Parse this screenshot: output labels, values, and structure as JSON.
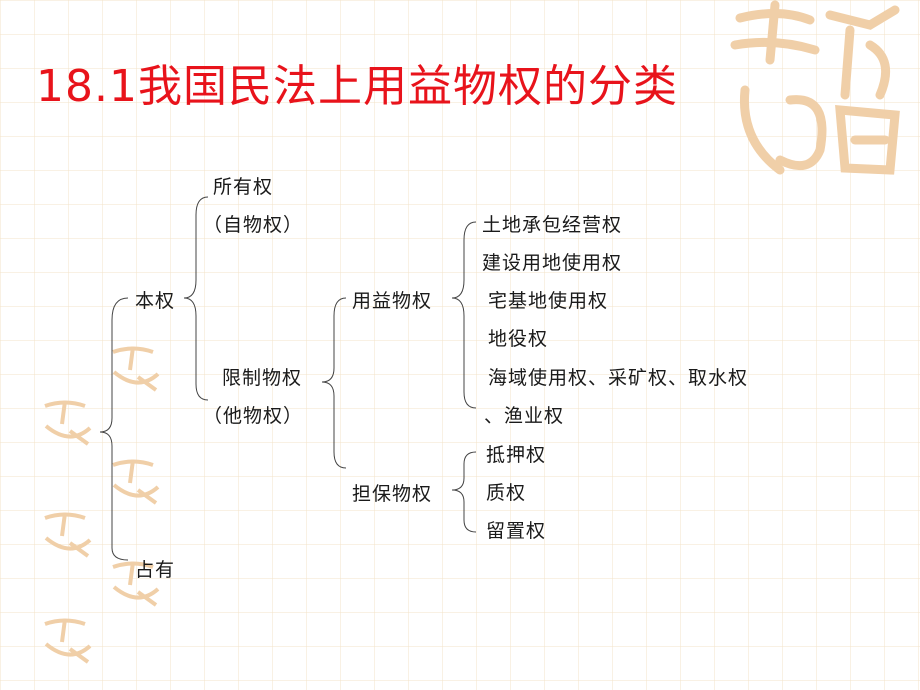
{
  "title": "18.1我国民法上用益物权的分类",
  "tree": {
    "root_items": [
      "本权",
      "占有"
    ],
    "benquan_items": [
      "所有权",
      "（自物权）",
      "限制物权",
      "（他物权）"
    ],
    "limited_items": [
      "用益物权",
      "担保物权"
    ],
    "usufruct_items": [
      "土地承包经营权",
      "建设用地使用权",
      "宅基地使用权",
      "地役权",
      "海域使用权、采矿权、取水权",
      "、渔业权"
    ],
    "security_items": [
      "抵押权",
      "质权",
      "留置权"
    ]
  },
  "colors": {
    "title": "#e8131b",
    "grid": "#f3e3c8",
    "stamp": "#f0cfa8"
  }
}
